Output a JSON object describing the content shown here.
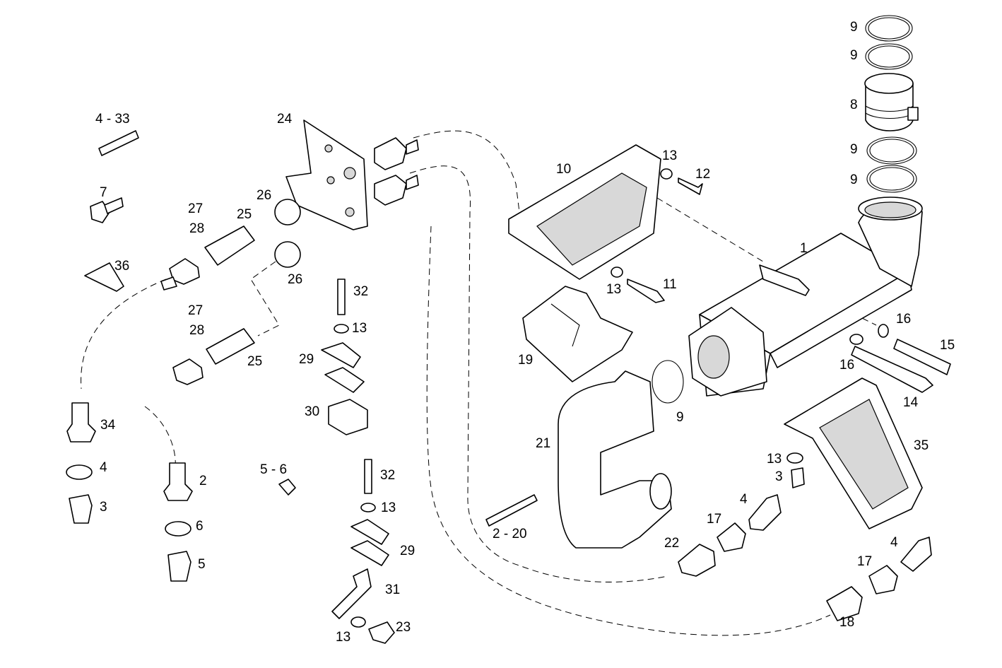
{
  "callouts": [
    {
      "id": "c-9a",
      "text": "9"
    },
    {
      "id": "c-9b",
      "text": "9"
    },
    {
      "id": "c-8",
      "text": "8"
    },
    {
      "id": "c-9c",
      "text": "9"
    },
    {
      "id": "c-9d",
      "text": "9"
    },
    {
      "id": "c-1",
      "text": "1"
    },
    {
      "id": "c-16a",
      "text": "16"
    },
    {
      "id": "c-15",
      "text": "15"
    },
    {
      "id": "c-16b",
      "text": "16"
    },
    {
      "id": "c-14",
      "text": "14"
    },
    {
      "id": "c-35",
      "text": "35"
    },
    {
      "id": "c-13a",
      "text": "13"
    },
    {
      "id": "c-12",
      "text": "12"
    },
    {
      "id": "c-10",
      "text": "10"
    },
    {
      "id": "c-13b",
      "text": "13"
    },
    {
      "id": "c-11",
      "text": "11"
    },
    {
      "id": "c-19",
      "text": "19"
    },
    {
      "id": "c-9e",
      "text": "9"
    },
    {
      "id": "c-21",
      "text": "21"
    },
    {
      "id": "c-24",
      "text": "24"
    },
    {
      "id": "c-26a",
      "text": "26"
    },
    {
      "id": "c-26b",
      "text": "26"
    },
    {
      "id": "c-25a",
      "text": "25"
    },
    {
      "id": "c-27a",
      "text": "27"
    },
    {
      "id": "c-28a",
      "text": "28"
    },
    {
      "id": "c-27b",
      "text": "27"
    },
    {
      "id": "c-28b",
      "text": "28"
    },
    {
      "id": "c-25b",
      "text": "25"
    },
    {
      "id": "c-4-33",
      "text": "4 - 33"
    },
    {
      "id": "c-7",
      "text": "7"
    },
    {
      "id": "c-36",
      "text": "36"
    },
    {
      "id": "c-34",
      "text": "34"
    },
    {
      "id": "c-4a",
      "text": "4"
    },
    {
      "id": "c-3a",
      "text": "3"
    },
    {
      "id": "c-2",
      "text": "2"
    },
    {
      "id": "c-6",
      "text": "6"
    },
    {
      "id": "c-5",
      "text": "5"
    },
    {
      "id": "c-5-6",
      "text": "5 - 6"
    },
    {
      "id": "c-32a",
      "text": "32"
    },
    {
      "id": "c-13c",
      "text": "13"
    },
    {
      "id": "c-29a",
      "text": "29"
    },
    {
      "id": "c-30",
      "text": "30"
    },
    {
      "id": "c-32b",
      "text": "32"
    },
    {
      "id": "c-13d",
      "text": "13"
    },
    {
      "id": "c-29b",
      "text": "29"
    },
    {
      "id": "c-31",
      "text": "31"
    },
    {
      "id": "c-13e",
      "text": "13"
    },
    {
      "id": "c-23",
      "text": "23"
    },
    {
      "id": "c-2-20",
      "text": "2 - 20"
    },
    {
      "id": "c-22",
      "text": "22"
    },
    {
      "id": "c-17a",
      "text": "17"
    },
    {
      "id": "c-4b",
      "text": "4"
    },
    {
      "id": "c-13f",
      "text": "13"
    },
    {
      "id": "c-3b",
      "text": "3"
    },
    {
      "id": "c-17b",
      "text": "17"
    },
    {
      "id": "c-4c",
      "text": "4"
    },
    {
      "id": "c-18",
      "text": "18"
    }
  ]
}
